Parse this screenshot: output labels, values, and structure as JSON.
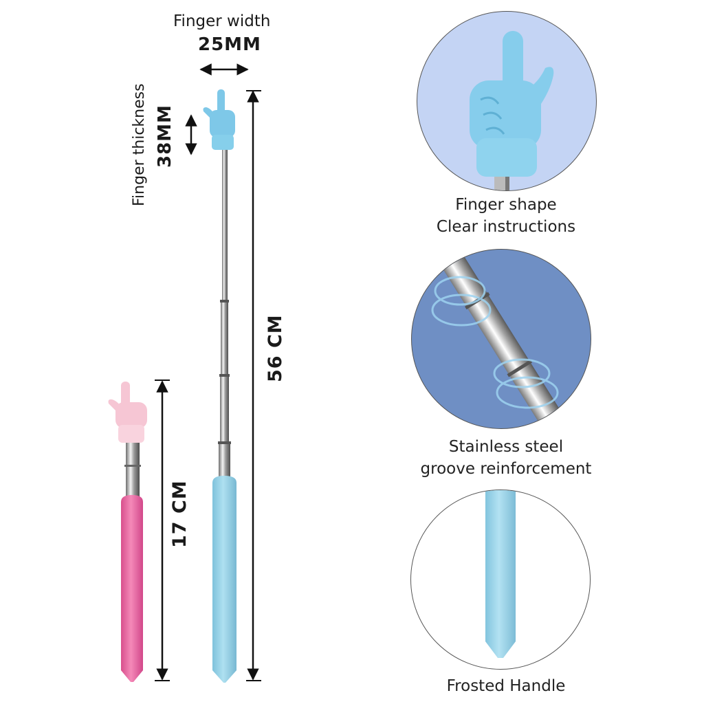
{
  "dimensions": {
    "finger_width_label": "Finger width",
    "finger_width_value": "25MM",
    "finger_thickness_label": "Finger thickness",
    "finger_thickness_value": "38MM",
    "extended_length": "56 CM",
    "collapsed_length": "17 CM"
  },
  "features": [
    {
      "line1": "Finger shape",
      "line2": "Clear instructions",
      "icon": "finger-tip-closeup"
    },
    {
      "line1": "Stainless steel",
      "line2": "groove reinforcement",
      "icon": "steel-rod-closeup"
    },
    {
      "line1": "Frosted Handle",
      "line2": "",
      "icon": "handle-closeup"
    }
  ],
  "colors": {
    "blue_handle": "#9fd4e6",
    "blue_finger": "#7ec8e8",
    "pink_handle": "#ef6fa6",
    "pink_finger": "#f6c6d4",
    "circle1_bg": "#c4d4f4",
    "circle2_bg": "#6f8fc4"
  }
}
